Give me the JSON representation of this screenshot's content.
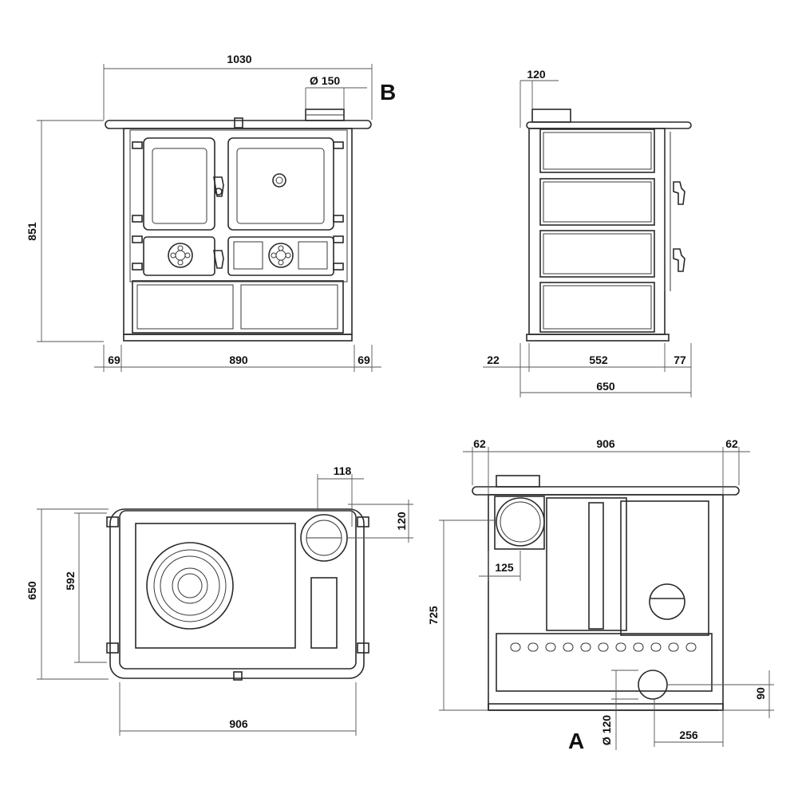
{
  "views": {
    "front": {
      "width_total": "1030",
      "flue_diameter": "Ø 150",
      "height_total": "851",
      "margin_left": "69",
      "inner_width": "890",
      "margin_right": "69",
      "view_letter": "B"
    },
    "side": {
      "flue_offset": "120",
      "foot_left": "22",
      "body_depth": "552",
      "handle_depth": "77",
      "depth_total": "650"
    },
    "top": {
      "flue_width": "118",
      "flue_offset": "120",
      "depth_total": "650",
      "hob_depth": "592",
      "body_width": "906"
    },
    "rear": {
      "side_left": "62",
      "body_width": "906",
      "side_right": "62",
      "flue_offset": "125",
      "height": "725",
      "bottom_outlet_height": "90",
      "bottom_outlet_offset": "256",
      "bottom_outlet_diameter": "Ø 120",
      "view_letter": "A"
    }
  }
}
